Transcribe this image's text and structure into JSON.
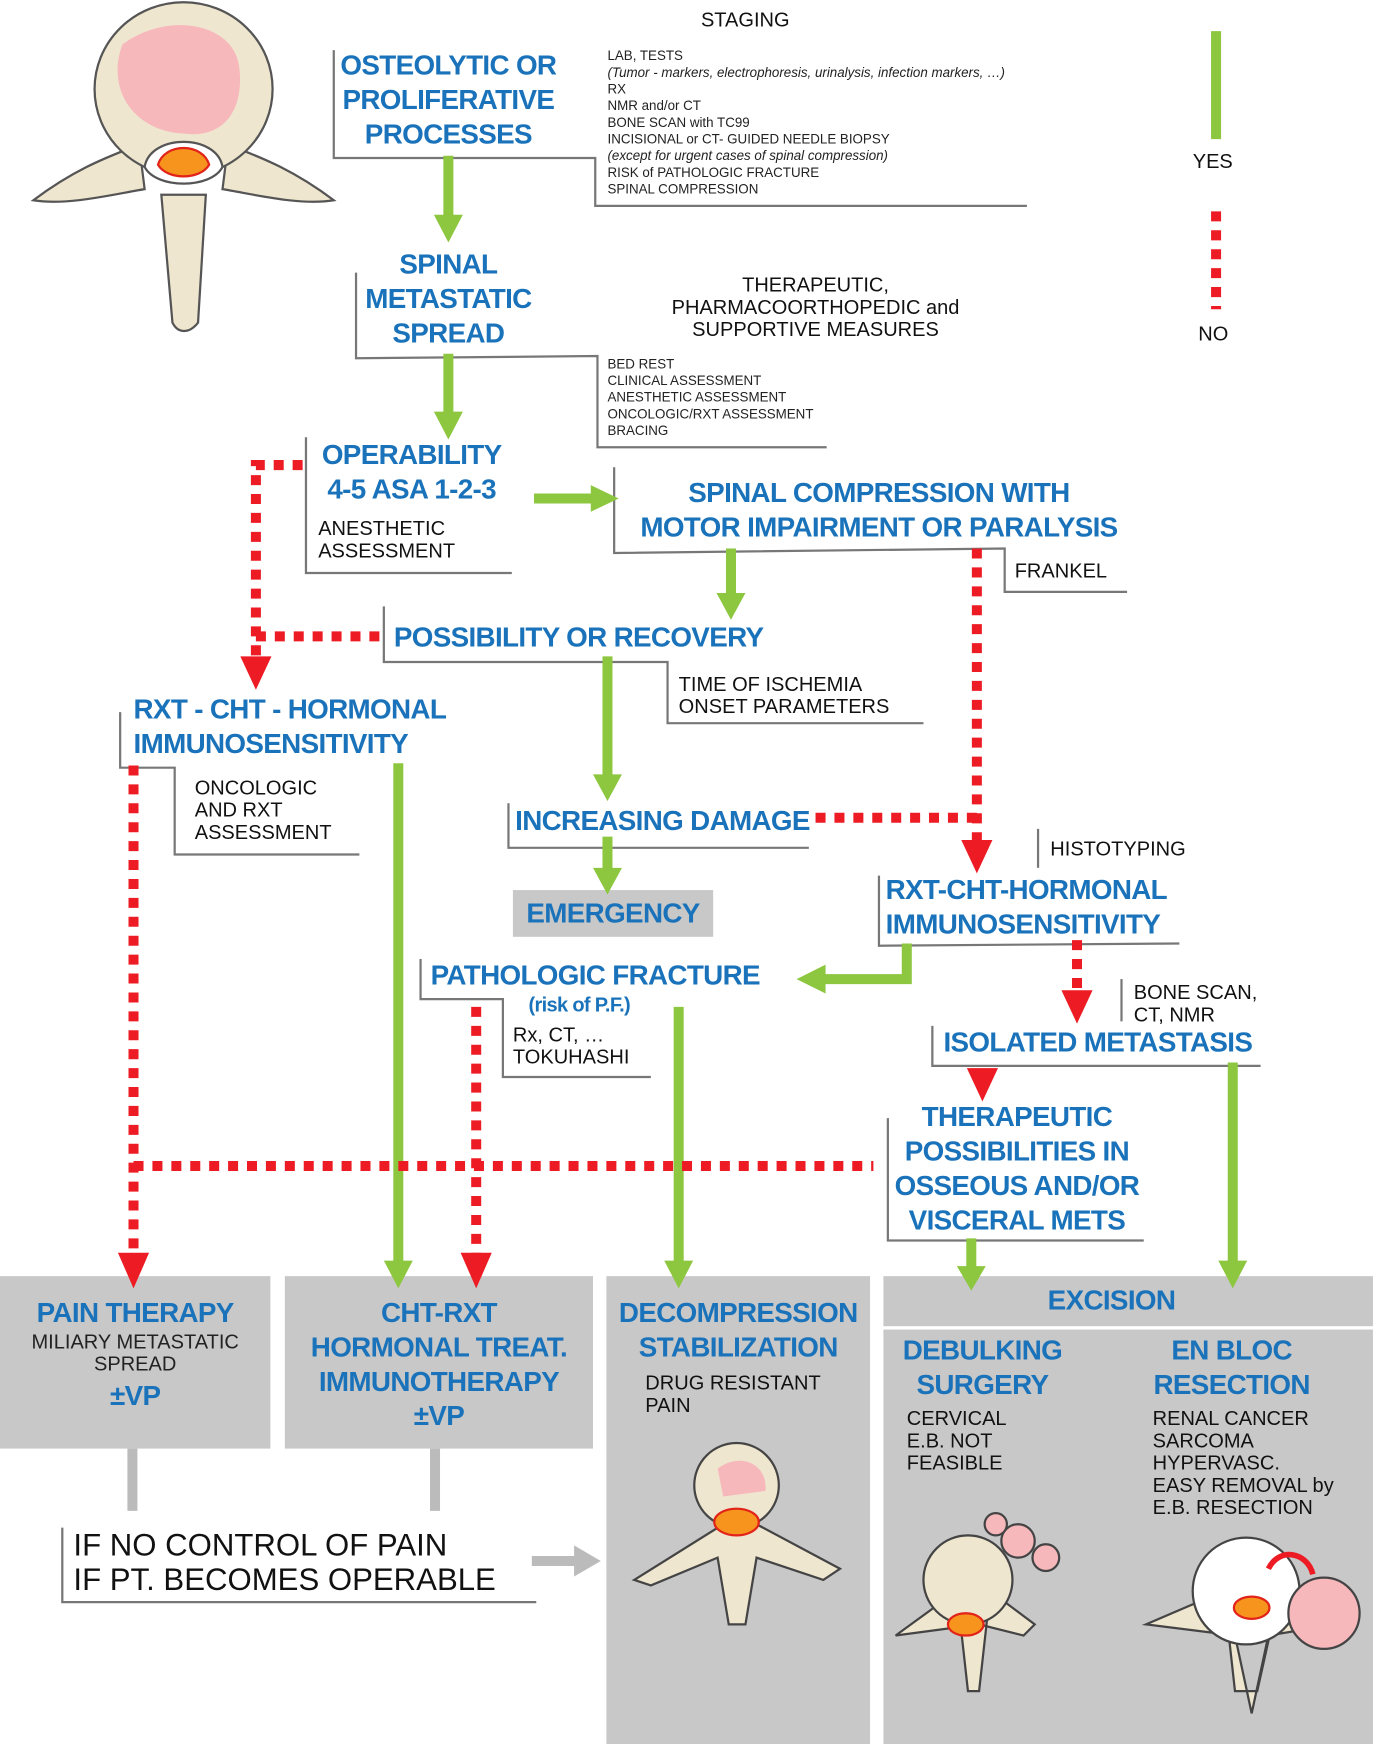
{
  "staging": {
    "title": "STAGING",
    "items": [
      "LAB, TESTS",
      "(Tumor - markers, electrophoresis, urinalysis, infection markers, …)",
      "RX",
      "NMR and/or CT",
      "BONE SCAN with TC99",
      "INCISIONAL or CT- GUIDED NEEDLE BIOPSY",
      "(except for urgent cases of spinal compression)",
      "RISK of PATHOLOGIC FRACTURE",
      "SPINAL COMPRESSION"
    ]
  },
  "legend": {
    "yes": "YES",
    "no": "NO",
    "yes_color": "#8dc63f",
    "no_color": "#ed1c24"
  },
  "nodes": {
    "osteolytic": [
      "OSTEOLYTIC OR",
      "PROLIFERATIVE",
      "PROCESSES"
    ],
    "spinal_spread": [
      "SPINAL",
      "METASTATIC",
      "SPREAD"
    ],
    "therapeutic_measures": {
      "title": [
        "THERAPEUTIC,",
        "PHARMACOORTHOPEDIC and",
        "SUPPORTIVE MEASURES"
      ],
      "items": [
        "BED REST",
        "CLINICAL ASSESSMENT",
        "ANESTHETIC ASSESSMENT",
        "ONCOLOGIC/RXT ASSESSMENT",
        "BRACING"
      ]
    },
    "operability": {
      "title": [
        "OPERABILITY",
        "4-5 ASA 1-2-3"
      ],
      "note": [
        "ANESTHETIC",
        "ASSESSMENT"
      ]
    },
    "spinal_compression": {
      "title": [
        "SPINAL COMPRESSION WITH",
        "MOTOR IMPAIRMENT OR PARALYSIS"
      ],
      "note": "FRANKEL"
    },
    "possibility": {
      "title": "POSSIBILITY OR RECOVERY",
      "note": [
        "TIME OF ISCHEMIA",
        "ONSET PARAMETERS"
      ]
    },
    "rxt_left": {
      "title": [
        "RXT - CHT - HORMONAL",
        "IMMUNOSENSITIVITY"
      ],
      "note": [
        "ONCOLOGIC",
        "AND RXT",
        "ASSESSMENT"
      ]
    },
    "increasing_damage": "INCREASING DAMAGE",
    "emergency": "EMERGENCY",
    "rxt_right": {
      "title": [
        "RXT-CHT-HORMONAL",
        "IMMUNOSENSITIVITY"
      ],
      "note": "HISTOTYPING"
    },
    "pathologic": {
      "title": "PATHOLOGIC FRACTURE",
      "sub": "(risk of P.F.)",
      "note": [
        "Rx, CT, …",
        "TOKUHASHI"
      ]
    },
    "isolated": {
      "title": "ISOLATED METASTASIS",
      "note": [
        "BONE SCAN,",
        "CT, NMR"
      ]
    },
    "therapeutic_poss": [
      "THERAPEUTIC",
      "POSSIBILITIES IN",
      "OSSEOUS AND/OR",
      "VISCERAL METS"
    ]
  },
  "outcomes": {
    "pain": {
      "title": "PAIN THERAPY",
      "note": [
        "MILIARY METASTATIC",
        "SPREAD"
      ],
      "vp": "±VP"
    },
    "cht": {
      "title": [
        "CHT-RXT",
        "HORMONAL TREAT.",
        "IMMUNOTHERAPY"
      ],
      "vp": "±VP"
    },
    "decompression": {
      "title": [
        "DECOMPRESSION",
        "STABILIZATION"
      ],
      "note": [
        "DRUG RESISTANT",
        "PAIN"
      ]
    },
    "excision": {
      "title": "EXCISION",
      "debulking": {
        "title": [
          "DEBULKING",
          "SURGERY"
        ],
        "note": [
          "CERVICAL",
          "E.B. NOT",
          "FEASIBLE"
        ]
      },
      "enbloc": {
        "title": [
          "EN BLOC",
          "RESECTION"
        ],
        "note": [
          "RENAL CANCER",
          "SARCOMA",
          "HYPERVASC.",
          "EASY REMOVAL by",
          "E.B. RESECTION"
        ]
      }
    }
  },
  "fallback": [
    "IF NO CONTROL OF PAIN",
    "IF PT. BECOMES OPERABLE"
  ]
}
